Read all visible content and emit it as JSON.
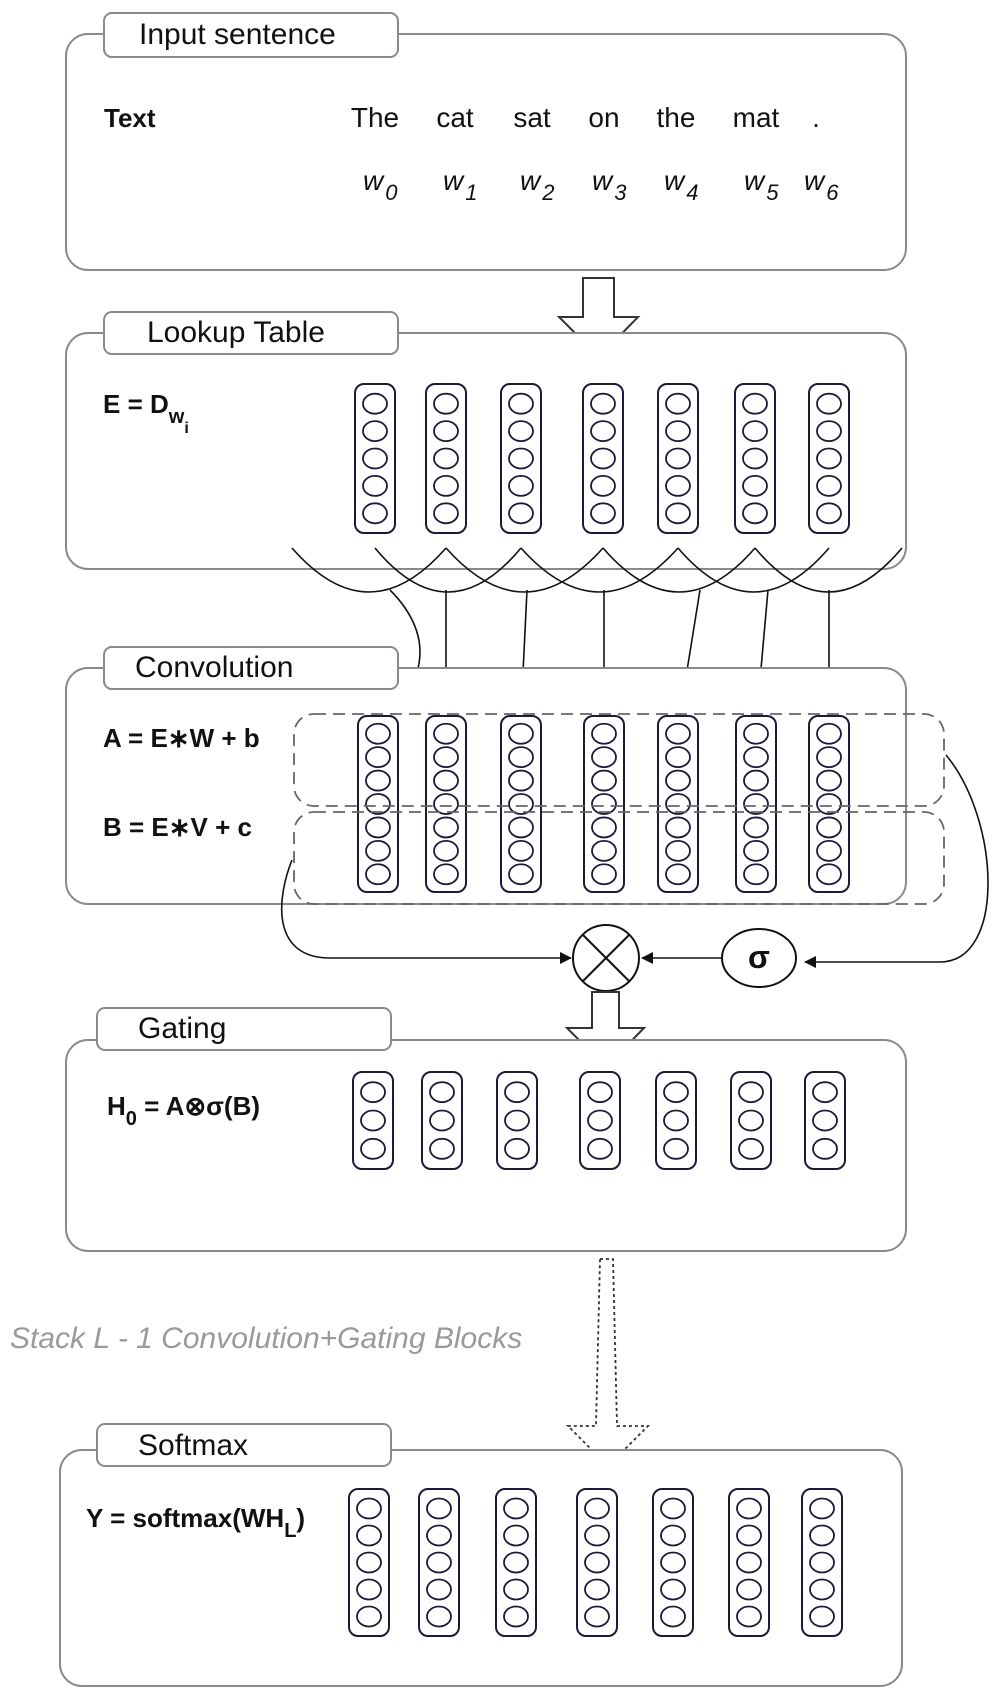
{
  "input_block": {
    "tab_label": "Input sentence",
    "row_label": "Text",
    "words": [
      "The",
      "cat",
      "sat",
      "on",
      "the",
      "mat",
      "."
    ],
    "word_symbol": "w",
    "word_indices": [
      "0",
      "1",
      "2",
      "3",
      "4",
      "5",
      "6"
    ]
  },
  "lookup_block": {
    "tab_label": "Lookup Table",
    "formula": "E = D",
    "formula_sub": "w",
    "formula_subsub": "i"
  },
  "convolution_block": {
    "tab_label": "Convolution",
    "formula_a": "A = E∗W + b",
    "formula_b": "B = E∗V + c"
  },
  "gating_ops": {
    "multiply_symbol": "⊗",
    "sigmoid_symbol": "σ"
  },
  "gating_block": {
    "tab_label": "Gating",
    "formula_prefix": "H",
    "formula_sub": "0",
    "formula_rest": " = A⊗σ(B)"
  },
  "stack_note": "Stack L - 1 Convolution+Gating Blocks",
  "softmax_block": {
    "tab_label": "Softmax",
    "formula": "Y = softmax(WH",
    "formula_sub": "L",
    "formula_close": ")"
  }
}
